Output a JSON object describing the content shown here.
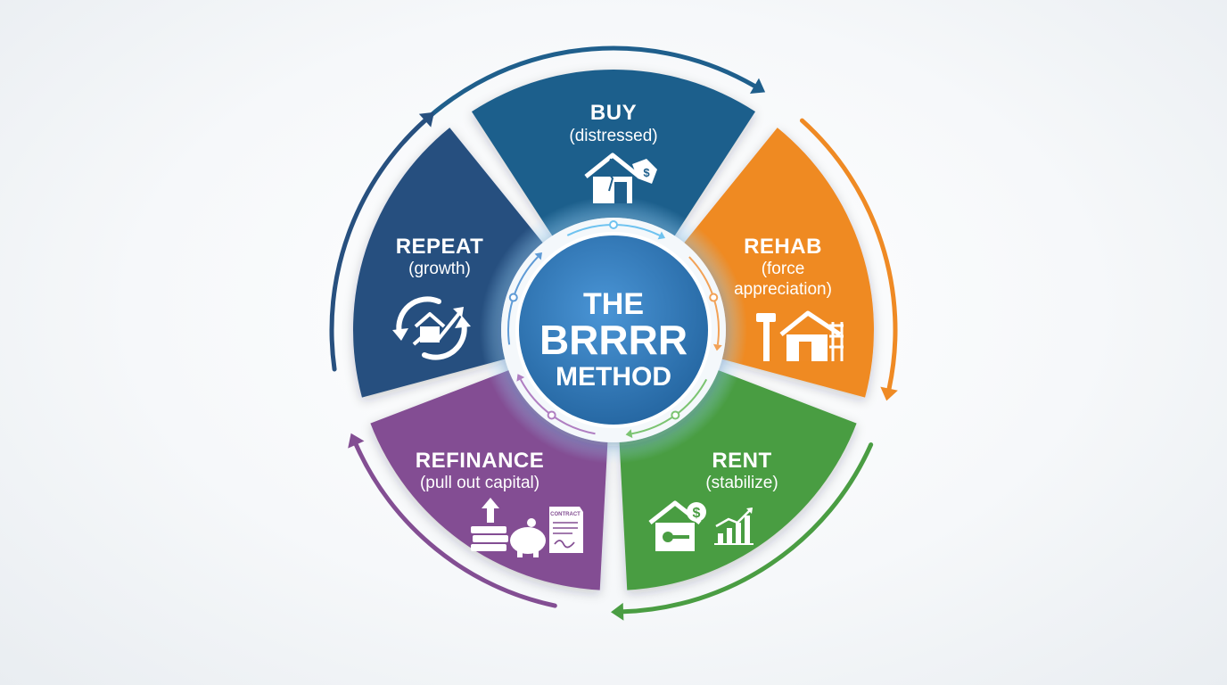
{
  "center": {
    "line1": "THE",
    "line2": "BRRRR",
    "line3": "METHOD",
    "color": "#2f78b8"
  },
  "segments": {
    "buy": {
      "title": "BUY",
      "subtitle": "(distressed)",
      "color": "#1f5f8c",
      "icon": "distressed-house-price-tag-icon"
    },
    "rehab": {
      "title": "REHAB",
      "subtitle_1": "(force",
      "subtitle_2": "appreciation)",
      "color": "#ef8a24",
      "icon": "hammer-house-renovation-icon"
    },
    "rent": {
      "title": "RENT",
      "subtitle": "(stabilize)",
      "color": "#4a9d43",
      "icon": "rental-house-key-growth-chart-icon"
    },
    "refinance": {
      "title": "REFINANCE",
      "subtitle": "(pull out capital)",
      "color": "#834e93",
      "icon": "cash-piggy-bank-contract-icon",
      "contract_label": "CONTRACT"
    },
    "repeat": {
      "title": "REPEAT",
      "subtitle": "(growth)",
      "color": "#27507f",
      "icon": "cycle-house-growth-arrow-icon"
    }
  },
  "cycle_arrow_colors": [
    "#1f5f8c",
    "#ef8a24",
    "#4a9d43",
    "#834e93",
    "#27507f"
  ]
}
